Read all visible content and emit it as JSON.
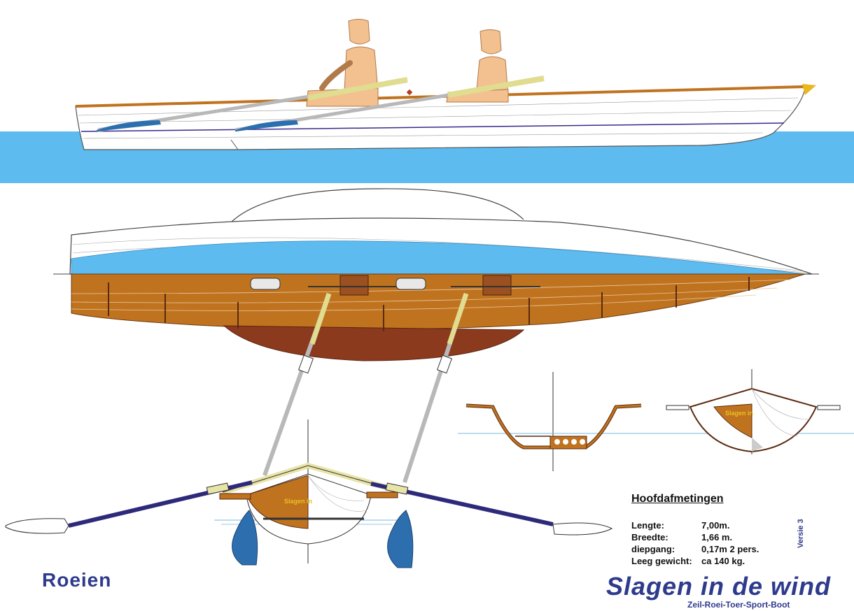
{
  "title_left": "Roeien",
  "brand": {
    "name": "Slagen in de wind",
    "subtitle": "Zeil-Roei-Toer-Sport-Boot",
    "version": "Versie 3"
  },
  "hull_label": "Slagen in",
  "specs": {
    "title": "Hoofdafmetingen",
    "rows": [
      {
        "label": "Lengte:",
        "value": "7,00m."
      },
      {
        "label": "Breedte:",
        "value": "1,66 m."
      },
      {
        "label": "diepgang:",
        "value": "0,17m 2 pers."
      },
      {
        "label": "Leeg gewicht:",
        "value": "ca 140 kg."
      }
    ]
  },
  "colors": {
    "water": "#5dbbf0",
    "hull_wood": "#c0731f",
    "hull_dark": "#8b3a1e",
    "oar_shaft": "#2e2a7a",
    "blade": "#2d6fae",
    "skin": "#f3c08f",
    "handle": "#e8e4a8",
    "brand_blue": "#2e3a8c"
  }
}
